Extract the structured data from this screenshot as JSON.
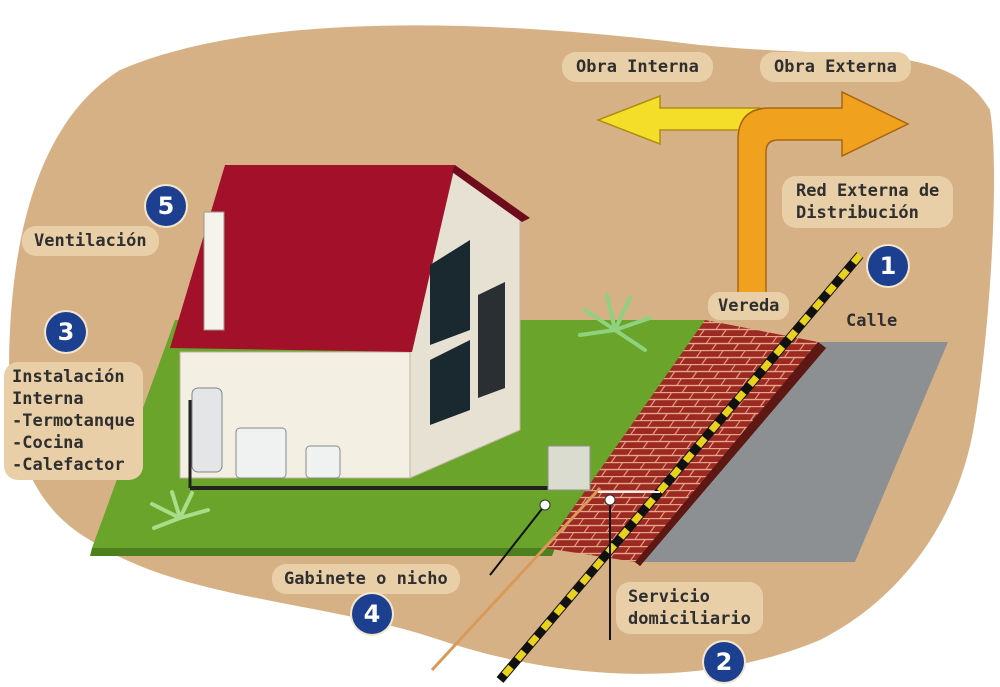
{
  "labels": {
    "obra_interna": "Obra Interna",
    "obra_externa": "Obra Externa",
    "red_externa_line1": "Red Externa de",
    "red_externa_line2": "Distribución",
    "vereda": "Vereda",
    "calle": "Calle",
    "ventilacion": "Ventilación",
    "instalacion_lines": [
      "Instalación",
      "Interna",
      "-Termotanque",
      "-Cocina",
      "-Calefactor"
    ],
    "gabinete": "Gabinete o nicho",
    "servicio_line1": "Servicio",
    "servicio_line2": "domiciliario"
  },
  "badges": {
    "red_externa": "1",
    "servicio": "2",
    "instalacion": "3",
    "gabinete": "4",
    "ventilacion": "5"
  },
  "colors": {
    "background_blob": "#d7b186",
    "label_pill": "#e9cfa7",
    "badge": "#1d3f8f",
    "roof": "#a3102a",
    "wall": "#f3efe2",
    "lawn": "#6aa42b",
    "sidewalk_brick": "#9b2a22",
    "street": "#8d9092",
    "arrow_internal": "#f4de2a",
    "arrow_external": "#f0a21e",
    "gas_pipe_stripe": "#e9d21b"
  }
}
